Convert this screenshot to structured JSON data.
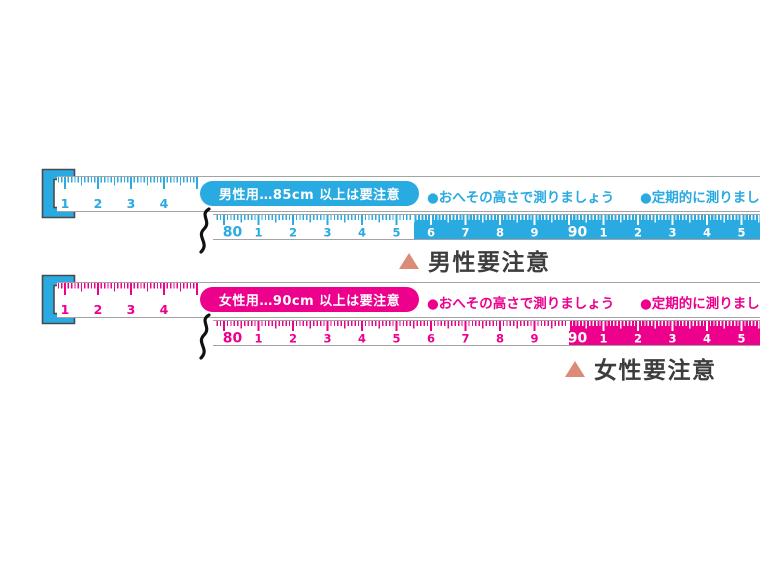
{
  "colors": {
    "male_accent": "#29aae1",
    "female_accent": "#ec008c",
    "clip_blue": "#29aae1",
    "clip_outline": "#4a4a4a",
    "band_border": "#a3a3a3",
    "break_mark": "#111111",
    "triangle_salmon": "#dd8b79",
    "caution_text": "#3d3d3d",
    "zone_text_white": "#ffffff"
  },
  "tapes": {
    "male": {
      "accent": "#29aae1",
      "pill_label": "男性用…85cm 以上は要注意",
      "bullet1": "●おへその高さで測りましょう",
      "bullet2": "●定期的に測りましょう",
      "caution_label": "男性要注意",
      "ruler_start": {
        "labels": [
          "1",
          "2",
          "3",
          "4"
        ]
      },
      "ruler_main": {
        "start": 80,
        "end": 95,
        "bold_values": [
          80,
          90
        ],
        "threshold_cm": 85,
        "zone_start_value": 85.5
      }
    },
    "female": {
      "accent": "#ec008c",
      "pill_label": "女性用…90cm 以上は要注意",
      "bullet1": "●おへその高さで測りましょう",
      "bullet2": "●定期的に測りましょう",
      "caution_label": "女性要注意",
      "ruler_start": {
        "labels": [
          "1",
          "2",
          "3",
          "4"
        ]
      },
      "ruler_main": {
        "start": 80,
        "end": 95,
        "bold_values": [
          80,
          90
        ],
        "threshold_cm": 90,
        "zone_start_value": 90
      }
    }
  }
}
